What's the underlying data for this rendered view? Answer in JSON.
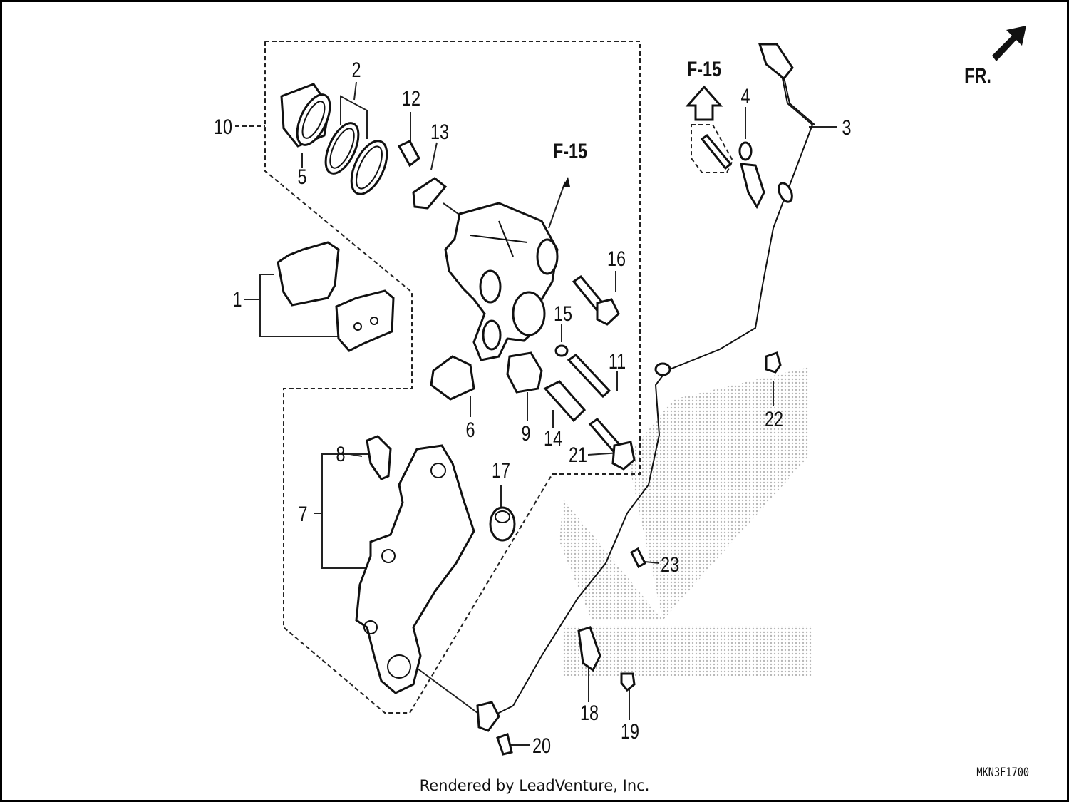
{
  "callouts": {
    "c1": "1",
    "c2": "2",
    "c3": "3",
    "c4": "4",
    "c5": "5",
    "c6": "6",
    "c7": "7",
    "c8": "8",
    "c9": "9",
    "c10": "10",
    "c11": "11",
    "c12": "12",
    "c13": "13",
    "c14": "14",
    "c15": "15",
    "c16": "16",
    "c17": "17",
    "c18": "18",
    "c19": "19",
    "c20": "20",
    "c21": "21",
    "c22": "22",
    "c23": "23"
  },
  "references": {
    "ref_a": "F-15",
    "ref_b": "F-15"
  },
  "direction": {
    "label": "FR."
  },
  "footer": {
    "credit": "Rendered by LeadVenture, Inc.",
    "diagram_code": "MKN3F1700"
  },
  "colors": {
    "line": "#111111",
    "watermark": "#bfbfbf",
    "background": "#ffffff"
  }
}
